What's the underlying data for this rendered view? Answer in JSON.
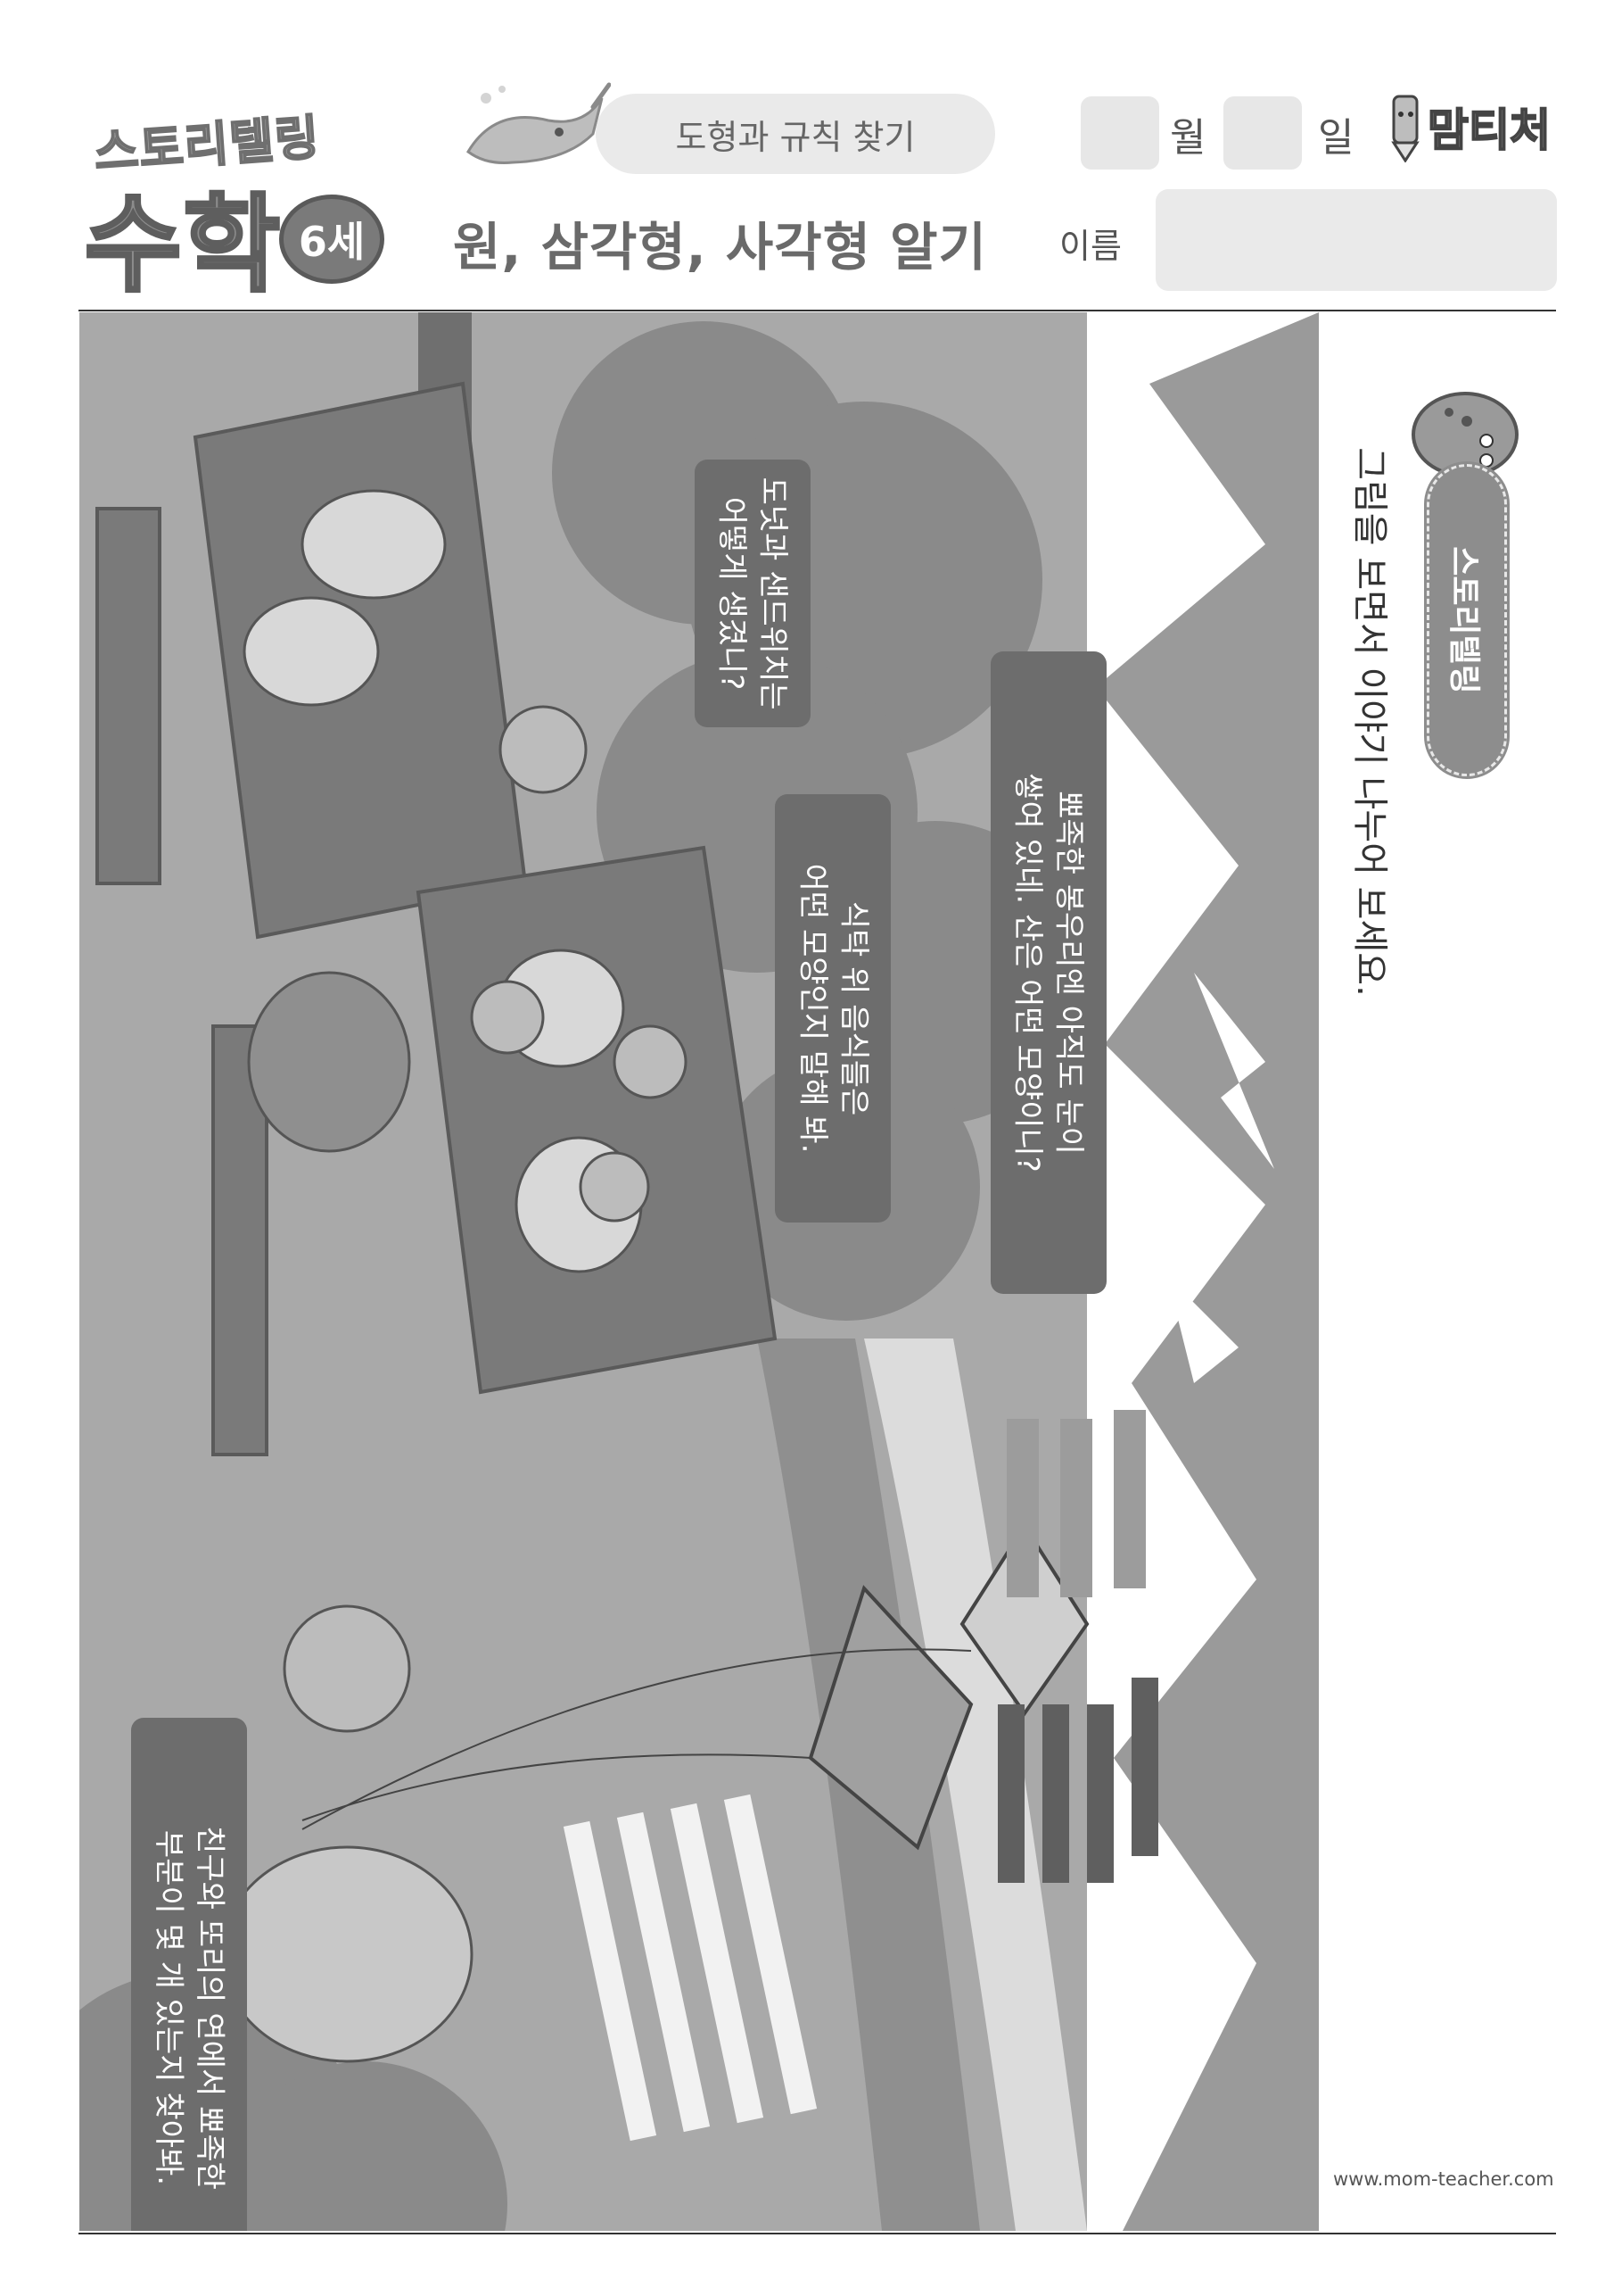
{
  "header": {
    "brand_top": "스토리텔링",
    "brand_main": "수학",
    "brand_age": "6세",
    "topic": "도형과 규칙 찾기",
    "title": "원, 삼각형, 사각형 알기",
    "month_label": "월",
    "day_label": "일",
    "name_label": "이름",
    "logo_text": "맘티처"
  },
  "story": {
    "tag": "스토리텔링",
    "instruction": "그림을 보면서 이야기 나누어 보세요.",
    "bubbles": [
      {
        "line1": "뾰족한 봉우리엔 아직도 눈이",
        "line2": "쌓여 있네. 산은 어떤 모양이니?"
      },
      {
        "line1": "식탁 위 음식들은",
        "line2": "어떤 모양인지 말해 봐."
      },
      {
        "line1": "도넛과 샌드위치는",
        "line2": "어떻게 생겼니?"
      },
      {
        "line1": "친구와 또리의 연에서 뾰족한",
        "line2": "부분이 몇 개 있는지 찾아봐."
      }
    ]
  },
  "footer": {
    "website": "www.mom-teacher.com"
  },
  "colors": {
    "ink": "#333333",
    "panel": "#eaeaea",
    "bubble": "#6d6d6d",
    "tag": "#8d8d8d"
  }
}
